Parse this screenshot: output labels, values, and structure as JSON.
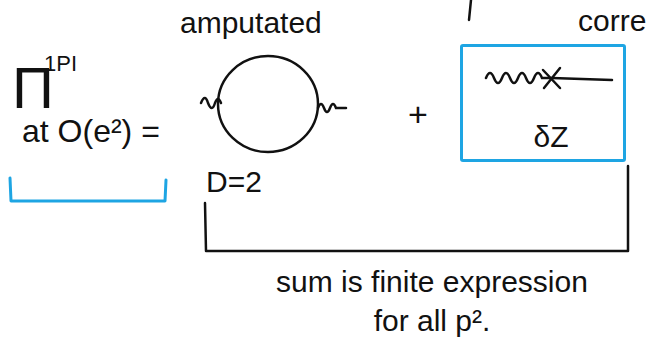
{
  "diagram": {
    "nodes": [
      {
        "text": [
          "δZ"
        ]
      }
    ],
    "labels": [
      "amputated",
      "corre",
      "Π",
      "1PI",
      "at O(e²) =",
      "+",
      "D=2",
      "sum is finite expression for all p²."
    ]
  }
}
